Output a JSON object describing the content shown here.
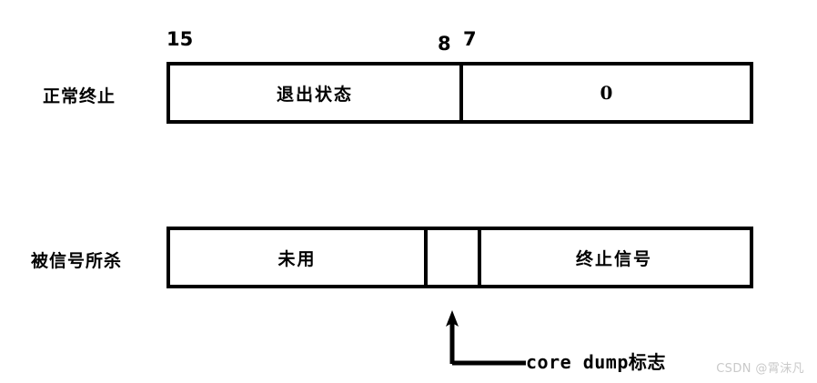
{
  "diagram": {
    "title": "wait status bit layout",
    "rows": [
      {
        "label": "正常终止",
        "bit_ticks": [
          {
            "text": "15",
            "bit": 15
          },
          {
            "text": "8",
            "bit": 8
          },
          {
            "text": "7",
            "bit": 7
          }
        ],
        "cells": [
          {
            "text": "退出状态",
            "bits": "15-8"
          },
          {
            "text": "0",
            "bits": "7-0"
          }
        ]
      },
      {
        "label": "被信号所杀",
        "bit_ticks": [],
        "cells": [
          {
            "text": "未用",
            "bits": "15-8"
          },
          {
            "text": "",
            "bits": "7"
          },
          {
            "text": "终止信号",
            "bits": "6-0"
          }
        ]
      }
    ],
    "callout": {
      "label": "core dump标志",
      "points_to": "bit 7 of signal row"
    }
  },
  "watermark": {
    "text": "CSDN @霄沫凡"
  },
  "colors": {
    "stroke": "#000000",
    "background": "#ffffff",
    "watermark": "#c9c9c9"
  }
}
